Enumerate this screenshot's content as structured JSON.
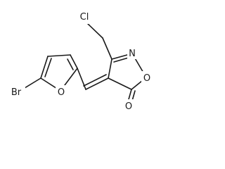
{
  "molecule": {
    "atoms": {
      "chlorine": "Cl",
      "nitrogen": "N",
      "ring_oxygen": "O",
      "carbonyl_oxygen": "O",
      "furan_oxygen": "O",
      "bromine": "Br"
    }
  }
}
